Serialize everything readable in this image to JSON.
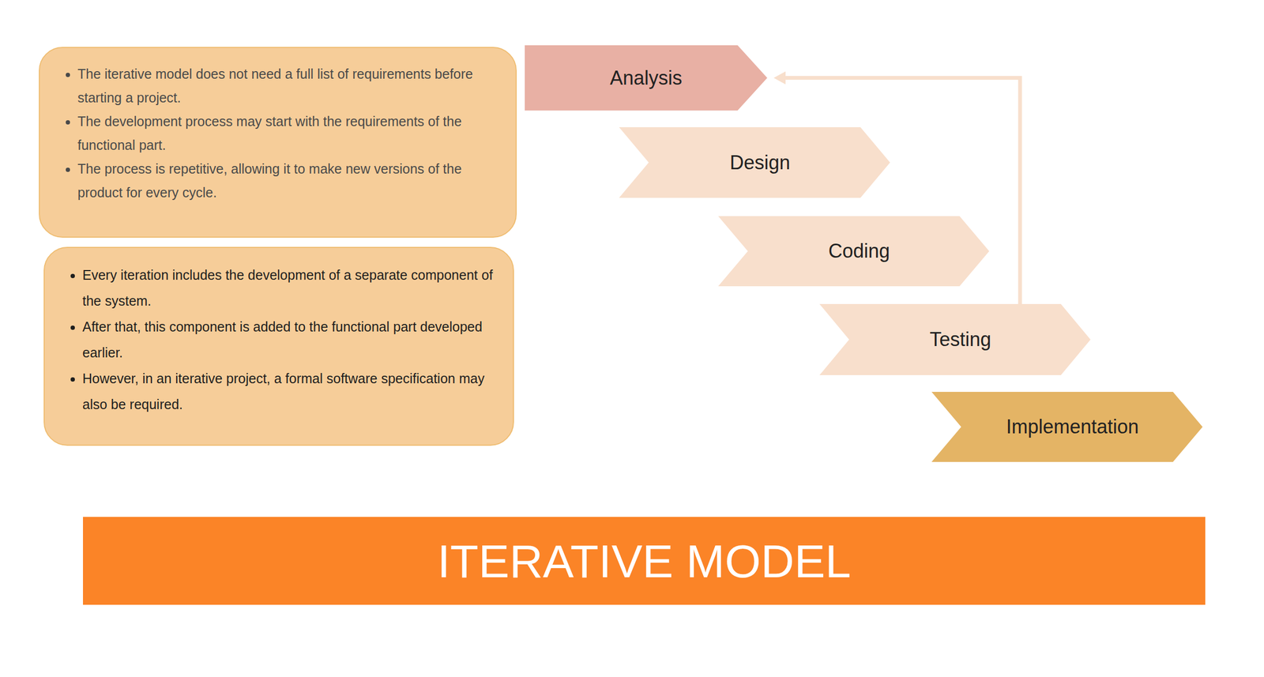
{
  "diagram": {
    "title": "ITERATIVE MODEL",
    "nodes": [
      {
        "text": [
          "The iterative model does not need a full list of requirements before starting a project.",
          "The development process may start with the requirements of the functional part.",
          "The process is repetitive, allowing it to make new versions of the product for every cycle."
        ]
      },
      {
        "text": [
          "Every iteration includes the development of a separate component of the system.",
          "After that, this component is added to the functional part developed earlier.",
          "However, in an iterative project, a formal software specification may also be required."
        ]
      },
      {
        "text": [
          "Analysis"
        ]
      },
      {
        "text": [
          "Design"
        ]
      },
      {
        "text": [
          "Coding"
        ]
      },
      {
        "text": [
          "Testing"
        ]
      },
      {
        "text": [
          "Implementation"
        ]
      }
    ],
    "edges": [
      {
        "from": 5,
        "to": 2,
        "arrow": "to"
      }
    ]
  }
}
